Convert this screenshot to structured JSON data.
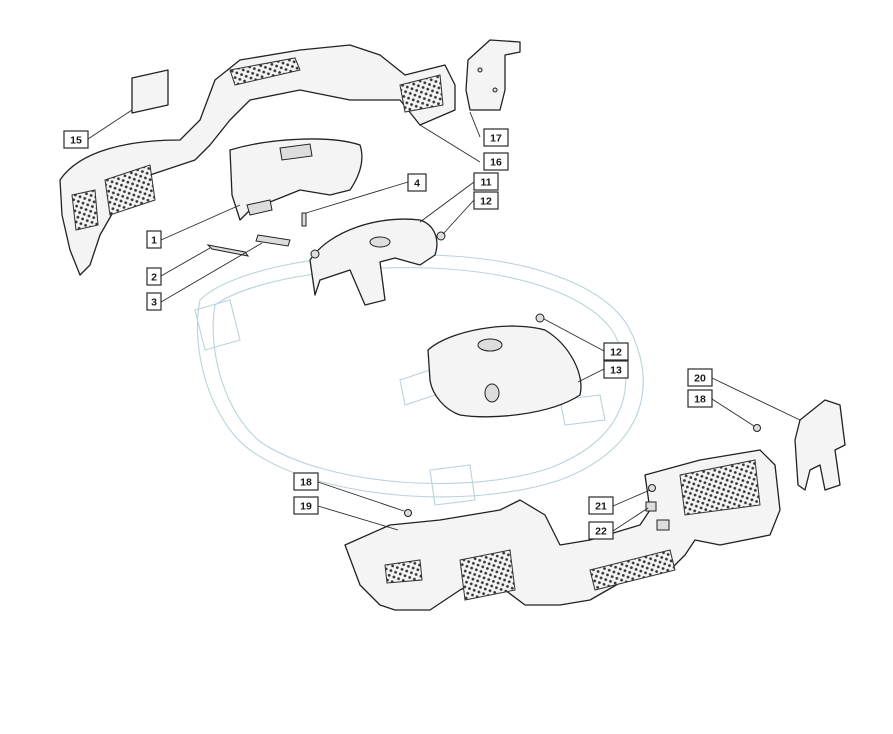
{
  "diagram": {
    "callouts": [
      {
        "id": "c1",
        "label": "1"
      },
      {
        "id": "c2",
        "label": "2"
      },
      {
        "id": "c3",
        "label": "3"
      },
      {
        "id": "c4",
        "label": "4"
      },
      {
        "id": "c11",
        "label": "11"
      },
      {
        "id": "c12a",
        "label": "12"
      },
      {
        "id": "c12b",
        "label": "12"
      },
      {
        "id": "c13",
        "label": "13"
      },
      {
        "id": "c15",
        "label": "15"
      },
      {
        "id": "c16",
        "label": "16"
      },
      {
        "id": "c17",
        "label": "17"
      },
      {
        "id": "c18a",
        "label": "18"
      },
      {
        "id": "c18b",
        "label": "18"
      },
      {
        "id": "c19",
        "label": "19"
      },
      {
        "id": "c20",
        "label": "20"
      },
      {
        "id": "c21",
        "label": "21"
      },
      {
        "id": "c22",
        "label": "22"
      }
    ]
  }
}
